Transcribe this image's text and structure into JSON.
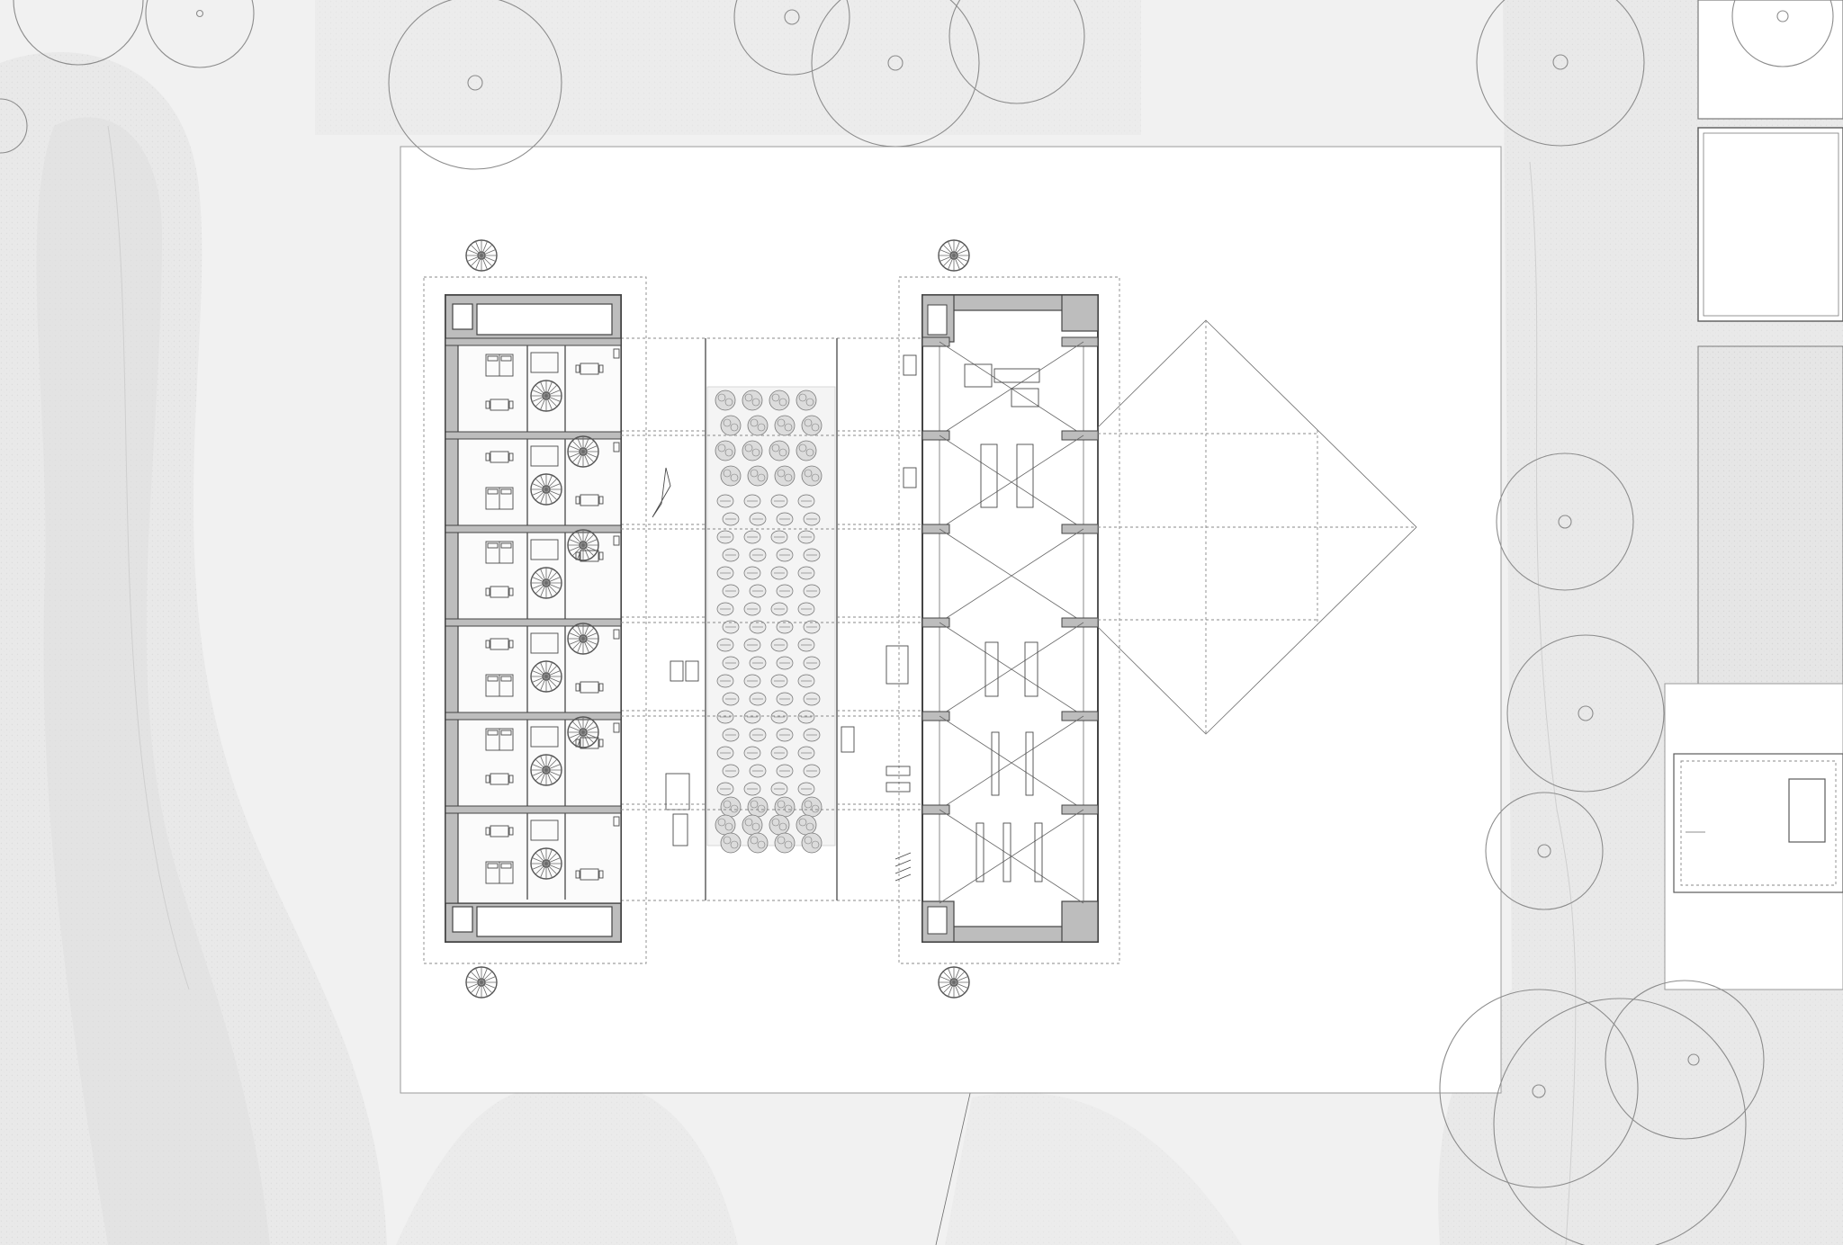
{
  "drawing": {
    "type": "architectural site plan",
    "colors": {
      "background": "#f1f1f1",
      "site_pad": "#ffffff",
      "landscape_patch": "#e4e4e4",
      "wall_fill": "#bdbdbd",
      "linework": "#555555",
      "tree_outline": "#8c8c8c"
    },
    "housing_units": 6,
    "farm_bays": 6,
    "icons": [
      "spiral-stair-icon",
      "tree-icon",
      "bed-icon",
      "table-icon",
      "tractor-icon",
      "crop-plant-icon"
    ]
  }
}
